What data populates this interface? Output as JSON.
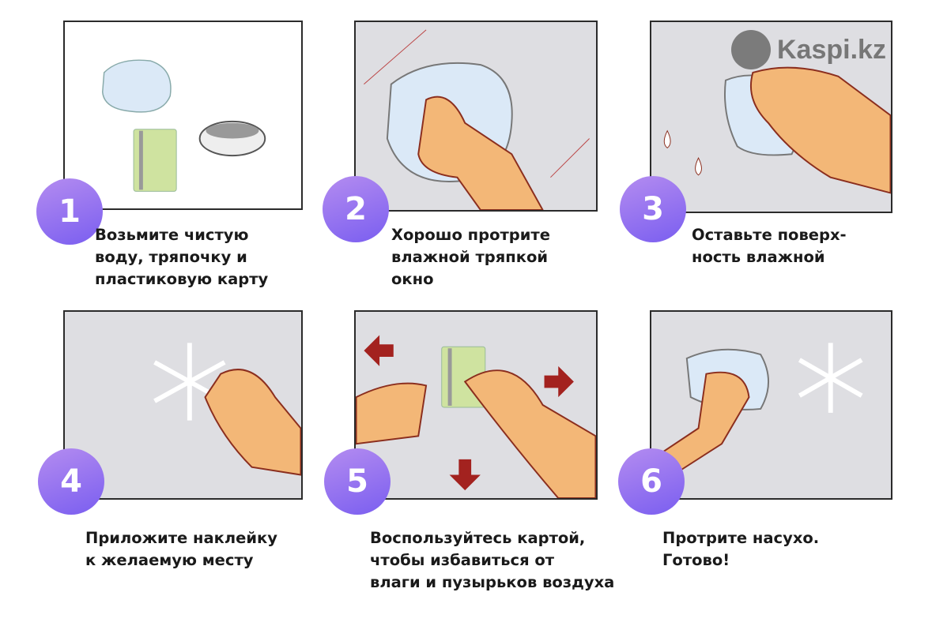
{
  "logo": {
    "text": "Kaspi.kz"
  },
  "steps": [
    {
      "number": "1",
      "lines": [
        "Возьмите чистую",
        "воду, тряпочку и",
        "пластиковую карту"
      ]
    },
    {
      "number": "2",
      "lines": [
        "Хорошо протрите",
        "влажной тряпкой",
        "окно"
      ]
    },
    {
      "number": "3",
      "lines": [
        "Оставьте поверх-",
        "ность влажной"
      ]
    },
    {
      "number": "4",
      "lines": [
        "Приложите наклейку",
        "к желаемую месту"
      ]
    },
    {
      "number": "5",
      "lines": [
        "Воспользуйтесь картой,",
        "чтобы избавиться от",
        "влаги и пузырьков воздуха"
      ]
    },
    {
      "number": "6",
      "lines": [
        "Протрите насухо.",
        "Готово!"
      ]
    }
  ],
  "colors": {
    "accent": "#8a6cf0",
    "skin": "#f3b777",
    "cloth": "#dbe9f7",
    "card": "#cfe3a0",
    "arrow": "#a3221f"
  }
}
